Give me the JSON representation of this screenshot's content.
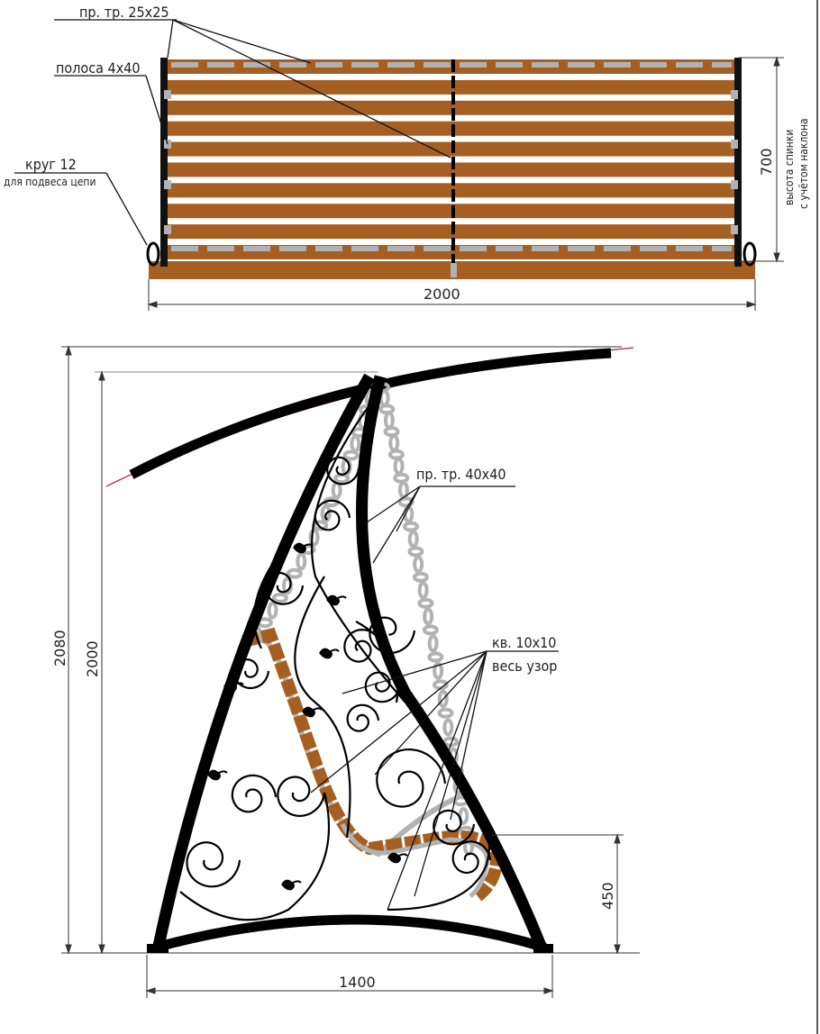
{
  "colors": {
    "wood": "#a65f22",
    "steel_gray": "#b2b2b2",
    "iron": "#000000",
    "roof_edge": "#b22222",
    "dim_line": "#333333"
  },
  "top_view": {
    "labels": {
      "pipe_25": "пр. тр. 25х25",
      "strip_4x40": "полоса 4х40",
      "round_12": "круг 12",
      "round_12_note": "для подвеса цепи",
      "back_height_1": "высота спинки",
      "back_height_2": "с учётом наклона"
    },
    "dims": {
      "width": "2000",
      "height": "700"
    },
    "slat_count": 10
  },
  "side_view": {
    "labels": {
      "pipe_40": "пр. тр. 40х40",
      "square_10": "кв. 10х10",
      "square_10_note": "весь узор"
    },
    "dims": {
      "total_height": "2080",
      "frame_height": "2000",
      "seat_height": "450",
      "base_width": "1400"
    }
  },
  "icons": [
    "chain-link-icon",
    "scroll-ornament-icon",
    "leaf-ornament-icon"
  ]
}
